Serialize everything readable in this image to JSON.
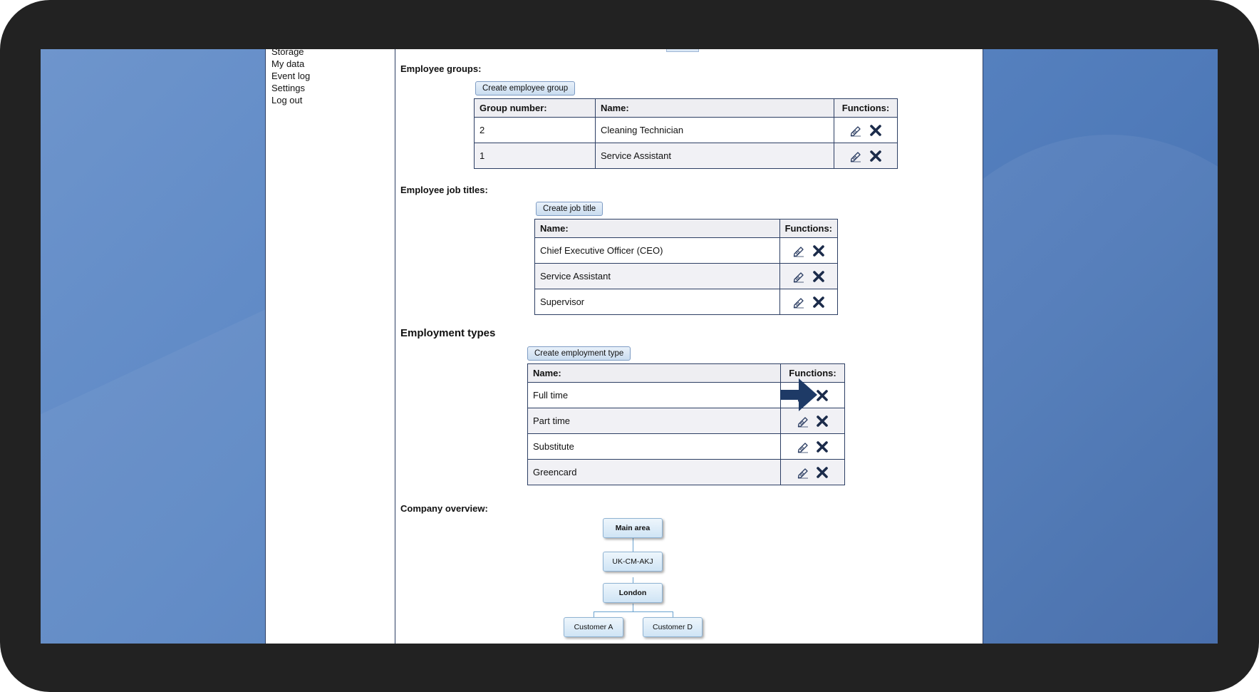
{
  "nav": {
    "items": [
      "Storage",
      "My data",
      "Event log",
      "Settings",
      "Log out"
    ]
  },
  "employee_groups": {
    "title": "Employee groups:",
    "create_button": "Create employee group",
    "columns": [
      "Group number:",
      "Name:",
      "Functions:"
    ],
    "rows": [
      {
        "number": "2",
        "name": "Cleaning Technician"
      },
      {
        "number": "1",
        "name": "Service Assistant"
      }
    ]
  },
  "job_titles": {
    "title": "Employee job titles:",
    "create_button": "Create job title",
    "columns": [
      "Name:",
      "Functions:"
    ],
    "rows": [
      {
        "name": "Chief Executive Officer (CEO)"
      },
      {
        "name": "Service Assistant"
      },
      {
        "name": "Supervisor"
      }
    ]
  },
  "employment_types": {
    "title": "Employment types",
    "create_button": "Create employment type",
    "columns": [
      "Name:",
      "Functions:"
    ],
    "rows": [
      {
        "name": "Full time"
      },
      {
        "name": "Part time"
      },
      {
        "name": "Substitute"
      },
      {
        "name": "Greencard"
      }
    ]
  },
  "company_overview": {
    "title": "Company overview:",
    "nodes": {
      "main": "Main area",
      "code": "UK-CM-AKJ",
      "city": "London",
      "customer_a": "Customer A",
      "customer_d": "Customer D"
    }
  },
  "icons": {
    "edit": "pencil-icon",
    "delete": "close-icon",
    "pointer": "arrow-right-icon"
  },
  "colors": {
    "border": "#2c3e63",
    "button": "#c9dcef",
    "desktop": "#5d88c5"
  }
}
